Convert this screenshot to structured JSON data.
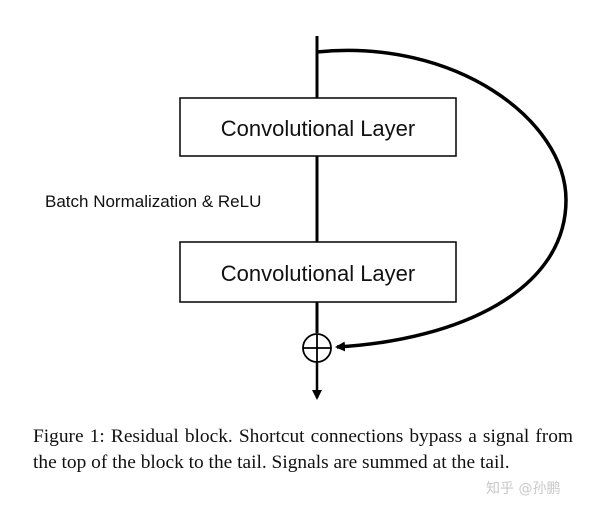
{
  "diagram": {
    "top_box_label": "Convolutional Layer",
    "bottom_box_label": "Convolutional Layer",
    "between_label": "Batch Normalization & ReLU",
    "sum_symbol": "sum-node",
    "line_color": "#000000"
  },
  "caption": {
    "text": "Figure 1: Residual block. Shortcut connections bypass a signal from the top of the block to the tail. Signals are summed at the tail."
  },
  "watermark": {
    "text": "知乎 @孙鹏"
  }
}
